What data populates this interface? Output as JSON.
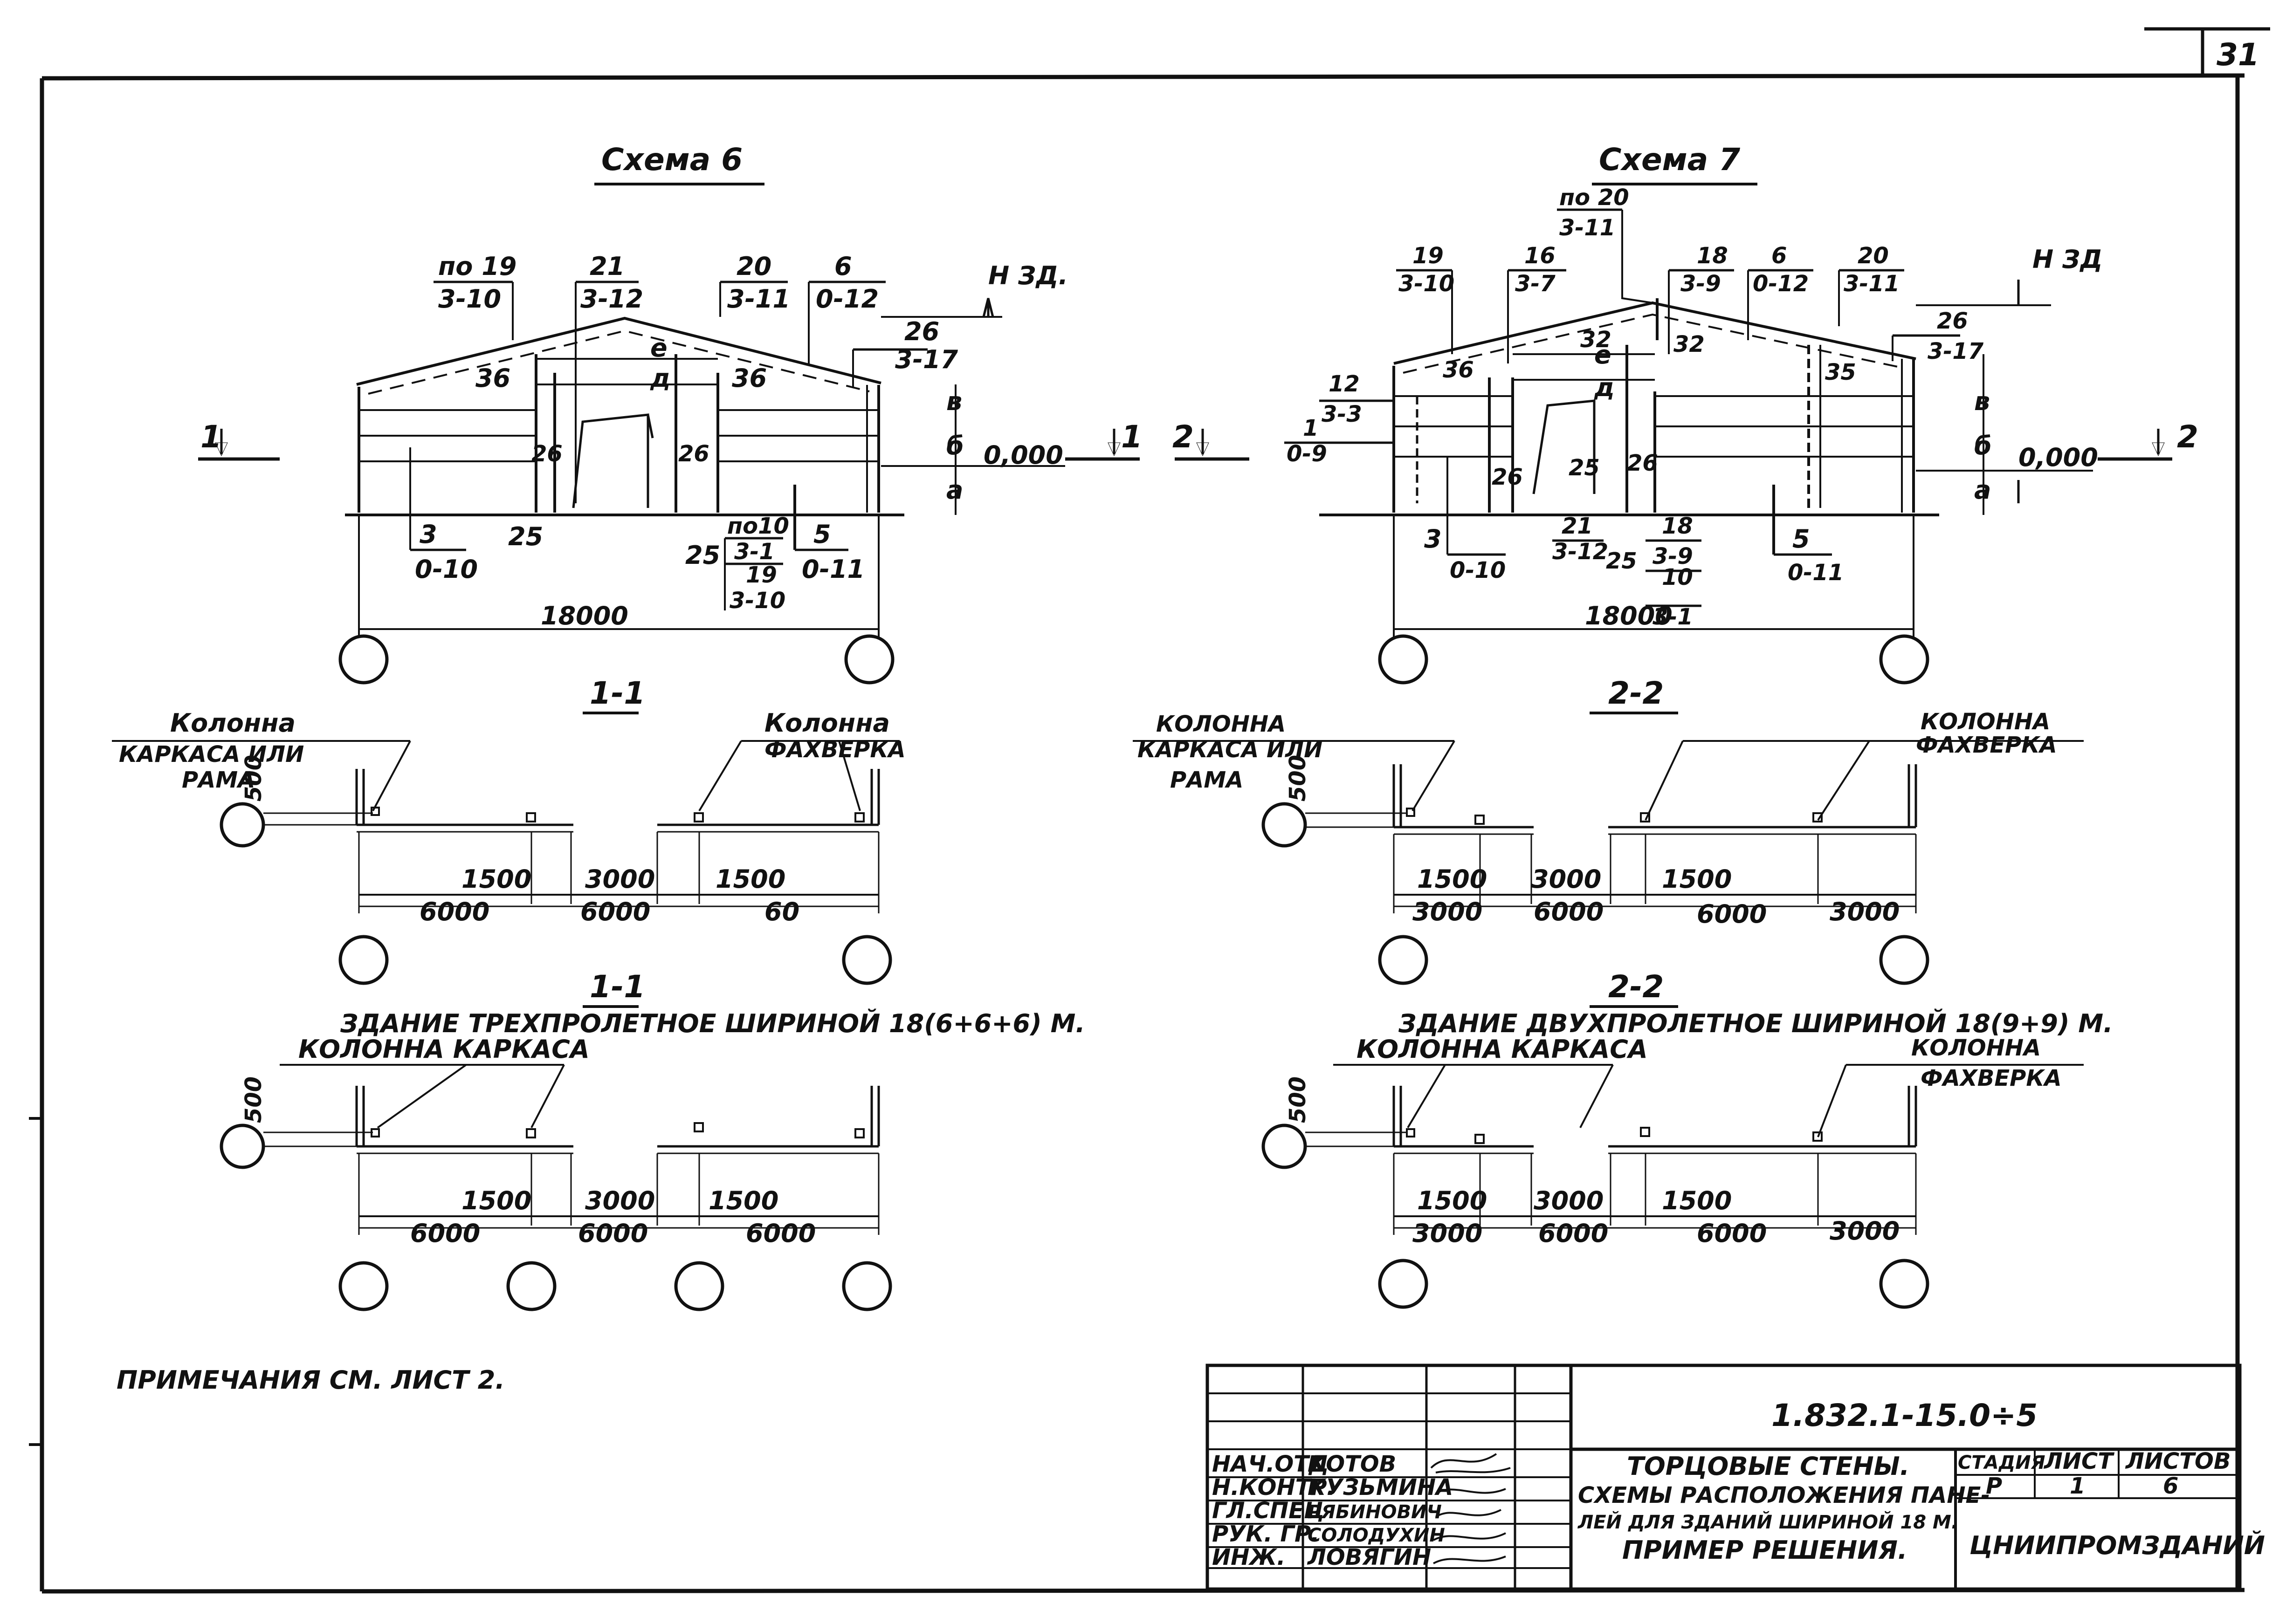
{
  "sheet": {
    "number": "31",
    "note": "ПРИМЕЧАНИЯ   СМ. ЛИСТ 2."
  },
  "scheme6": {
    "title": "Схема 6",
    "level_label": "Н ЗД.",
    "zero_label": "0,000",
    "section_mark": "1",
    "span_dimension": "18000",
    "heights": [
      "а",
      "б",
      "в",
      "д",
      "е"
    ],
    "callouts": [
      {
        "top": "по 19",
        "bottom": "3-10"
      },
      {
        "top": "21",
        "bottom": "3-12"
      },
      {
        "top": "20",
        "bottom": "3-11"
      },
      {
        "top": "6",
        "bottom": "0-12"
      },
      {
        "top": "26",
        "bottom": "3-17"
      },
      {
        "top": "3",
        "bottom": "0-10"
      },
      {
        "top": "по10",
        "bottom": "3-1"
      },
      {
        "top": "19",
        "bottom": "3-10"
      },
      {
        "top": "5",
        "bottom": "0-11"
      }
    ],
    "panel_marks": [
      "36",
      "36",
      "26",
      "26",
      "25",
      "25"
    ]
  },
  "scheme7": {
    "title": "Схема 7",
    "level_label": "Н ЗД",
    "zero_label": "0,000",
    "section_mark": "2",
    "span_dimension": "18000",
    "heights": [
      "а",
      "б",
      "в",
      "д",
      "е"
    ],
    "callouts": [
      {
        "top": "по 20",
        "bottom": "3-11"
      },
      {
        "top": "19",
        "bottom": "3-10"
      },
      {
        "top": "16",
        "bottom": "3-7"
      },
      {
        "top": "18",
        "bottom": "3-9"
      },
      {
        "top": "6",
        "bottom": "0-12"
      },
      {
        "top": "20",
        "bottom": "3-11"
      },
      {
        "top": "26",
        "bottom": "3-17"
      },
      {
        "top": "12",
        "bottom": "3-3"
      },
      {
        "top": "1",
        "bottom": "0-9"
      },
      {
        "top": "3",
        "bottom": "0-10"
      },
      {
        "top": "21",
        "bottom": "3-12"
      },
      {
        "top": "18",
        "bottom": "3-9"
      },
      {
        "top": "10",
        "bottom": "3-1"
      },
      {
        "top": "5",
        "bottom": "0-11"
      }
    ],
    "panel_marks": [
      "36",
      "32",
      "32",
      "35",
      "26",
      "26",
      "25",
      "25"
    ]
  },
  "plan1_top": {
    "title": "1-1",
    "left_label": "Колонна",
    "left_label2": "КАРКАСА ИЛИ",
    "left_label3": "РАМА",
    "right_label": "Колонна",
    "right_label2": "ФАХВЕРКА",
    "offset": "500",
    "dims_top": [
      "1500",
      "3000",
      "1500"
    ],
    "dims_bottom": [
      "6000",
      "6000",
      "60"
    ]
  },
  "plan2_top": {
    "title": "2-2",
    "left_label": "КОЛОННА",
    "left_label2": "КАРКАСА ИЛИ",
    "left_label3": "РАМА",
    "right_label": "КОЛОННА",
    "right_label2": "ФАХВЕРКА",
    "offset": "500",
    "dims_top": [
      "1500",
      "3000",
      "1500"
    ],
    "dims_bottom": [
      "3000",
      "6000",
      "6000",
      "3000"
    ]
  },
  "plan1_bottom": {
    "title": "1-1",
    "caption": "ЗДАНИЕ ТРЕХПРОЛЕТНОЕ ШИРИНОЙ 18(6+6+6) М.",
    "left_label": "КОЛОННА КАРКАСА",
    "offset": "500",
    "dims_top": [
      "1500",
      "3000",
      "1500"
    ],
    "dims_bottom": [
      "6000",
      "6000",
      "6000"
    ]
  },
  "plan2_bottom": {
    "title": "2-2",
    "caption": "ЗДАНИЕ ДВУХПРОЛЕТНОЕ ШИРИНОЙ 18(9+9) М.",
    "left_label": "КОЛОННА КАРКАСА",
    "right_label": "КОЛОННА",
    "right_label2": "ФАХВЕРКА",
    "offset": "500",
    "dims_top": [
      "1500",
      "3000",
      "1500"
    ],
    "dims_bottom": [
      "3000",
      "6000",
      "6000",
      "3000"
    ]
  },
  "title_block": {
    "code": "1.832.1-15.0÷5",
    "roles": [
      "НАЧ.ОТД",
      "Н.КОНТР.",
      "ГЛ.СПЕЦ",
      "РУК. ГР.",
      "ИНЖ."
    ],
    "names": [
      "КОТОВ",
      "КУЗЬМИНА",
      "РЯБИНОВИЧ",
      "СОЛОДУХИН",
      "ЛОВЯГИН"
    ],
    "title_lines": [
      "ТОРЦОВЫЕ СТЕНЫ.",
      "СХЕМЫ РАСПОЛОЖЕНИЯ ПАНЕ-",
      "ЛЕЙ ДЛЯ ЗДАНИЙ ШИРИНОЙ 18 М.",
      "ПРИМЕР РЕШЕНИЯ."
    ],
    "stage_head": "СТАДИЯ",
    "sheet_head": "ЛИСТ",
    "sheets_head": "ЛИСТОВ",
    "stage": "Р",
    "sheet": "1",
    "sheets": "6",
    "org": "ЦНИИПРОМЗДАНИЙ"
  }
}
